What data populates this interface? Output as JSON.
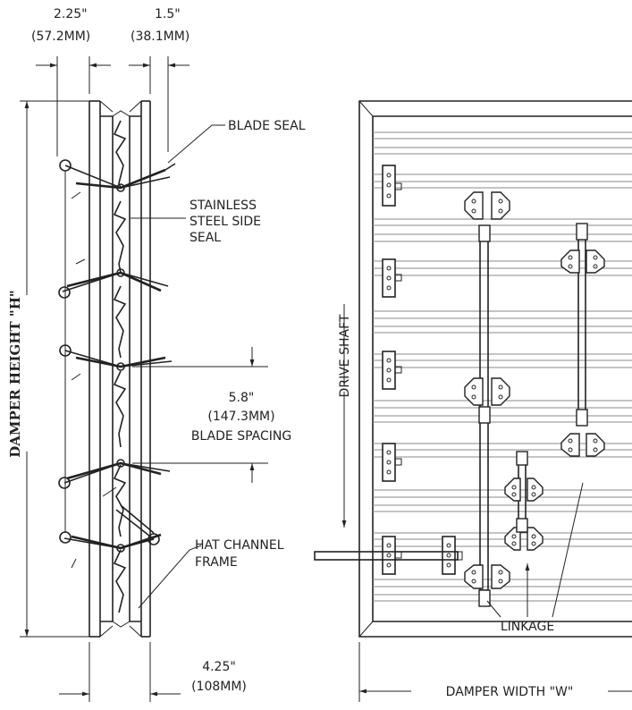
{
  "labels": {
    "dim_top_left": "2.25\"",
    "dim_top_left_mm": "(57.2MM)",
    "dim_top_right": "1.5\"",
    "dim_top_right_mm": "(38.1MM)",
    "blade_seal": "BLADE SEAL",
    "side_seal_1": "STAINLESS",
    "side_seal_2": "STEEL SIDE",
    "side_seal_3": "SEAL",
    "damper_height": "DAMPER HEIGHT \"H\"",
    "blade_spacing_value": "5.8\"",
    "blade_spacing_mm": "(147.3MM)",
    "blade_spacing": "BLADE SPACING",
    "hat_channel_1": "HAT CHANNEL",
    "hat_channel_2": "FRAME",
    "depth_value": "4.25\"",
    "depth_mm": "(108MM)",
    "drive_shaft": "DRIVE SHAFT",
    "linkage": "LINKAGE",
    "damper_width": "DAMPER WIDTH \"W\""
  },
  "colors": {
    "line": "#222222",
    "blade_line": "#8a8a8a",
    "background": "#ffffff"
  }
}
